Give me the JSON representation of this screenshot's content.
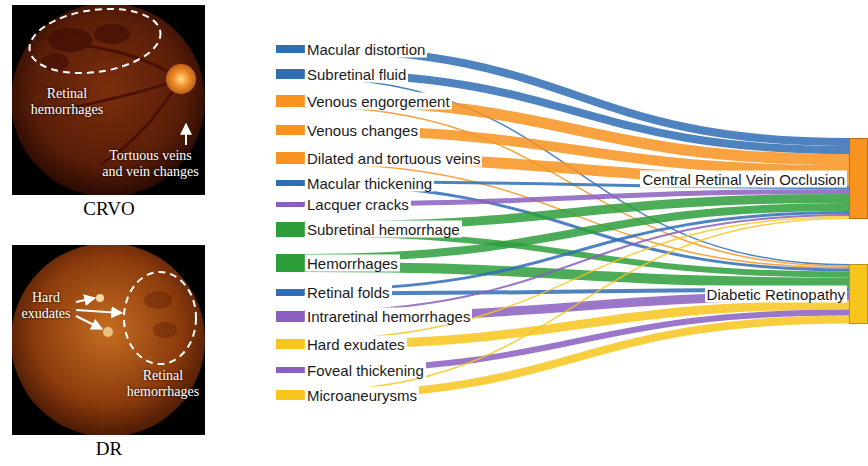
{
  "diagram": {
    "nodes": [
      {
        "text": [
          "Macular distortion"
        ]
      },
      {
        "text": [
          "Subretinal fluid"
        ]
      },
      {
        "text": [
          "Venous engorgement"
        ]
      },
      {
        "text": [
          "Venous changes"
        ]
      },
      {
        "text": [
          "Dilated and tortuous veins"
        ]
      },
      {
        "text": [
          "Macular thickening"
        ]
      },
      {
        "text": [
          "Lacquer cracks"
        ]
      },
      {
        "text": [
          "Subretinal hemorrhage"
        ]
      },
      {
        "text": [
          "Hemorrhages"
        ]
      },
      {
        "text": [
          "Retinal folds"
        ]
      },
      {
        "text": [
          "Intraretinal hemorrhages"
        ]
      },
      {
        "text": [
          "Hard exudates"
        ]
      },
      {
        "text": [
          "Foveal thickening"
        ]
      },
      {
        "text": [
          "Microaneurysms"
        ]
      },
      {
        "text": [
          "Central Retinal Vein Occlusion"
        ]
      },
      {
        "text": [
          "Diabetic Retinopathy"
        ]
      }
    ],
    "edges": [
      {
        "from": 0,
        "to": 14,
        "arrow": "none"
      },
      {
        "from": 1,
        "to": 14,
        "arrow": "none"
      },
      {
        "from": 1,
        "to": 15,
        "arrow": "none"
      },
      {
        "from": 2,
        "to": 14,
        "arrow": "none"
      },
      {
        "from": 2,
        "to": 15,
        "arrow": "none"
      },
      {
        "from": 3,
        "to": 14,
        "arrow": "none"
      },
      {
        "from": 4,
        "to": 14,
        "arrow": "none"
      },
      {
        "from": 4,
        "to": 15,
        "arrow": "none"
      },
      {
        "from": 5,
        "to": 14,
        "arrow": "none"
      },
      {
        "from": 5,
        "to": 15,
        "arrow": "none"
      },
      {
        "from": 6,
        "to": 14,
        "arrow": "none"
      },
      {
        "from": 7,
        "to": 14,
        "arrow": "none"
      },
      {
        "from": 7,
        "to": 15,
        "arrow": "none"
      },
      {
        "from": 8,
        "to": 14,
        "arrow": "none"
      },
      {
        "from": 8,
        "to": 15,
        "arrow": "none"
      },
      {
        "from": 9,
        "to": 14,
        "arrow": "none"
      },
      {
        "from": 9,
        "to": 15,
        "arrow": "none"
      },
      {
        "from": 10,
        "to": 14,
        "arrow": "none"
      },
      {
        "from": 10,
        "to": 15,
        "arrow": "none"
      },
      {
        "from": 11,
        "to": 14,
        "arrow": "none"
      },
      {
        "from": 11,
        "to": 15,
        "arrow": "none"
      },
      {
        "from": 12,
        "to": 15,
        "arrow": "none"
      },
      {
        "from": 13,
        "to": 14,
        "arrow": "none"
      },
      {
        "from": 13,
        "to": 15,
        "arrow": "none"
      }
    ],
    "labels": [
      "Retinal hemorrhages",
      "Tortuous veins and vein changes",
      "CRVO",
      "Hard exudates",
      "Retinal hemorrhages",
      "DR"
    ]
  }
}
